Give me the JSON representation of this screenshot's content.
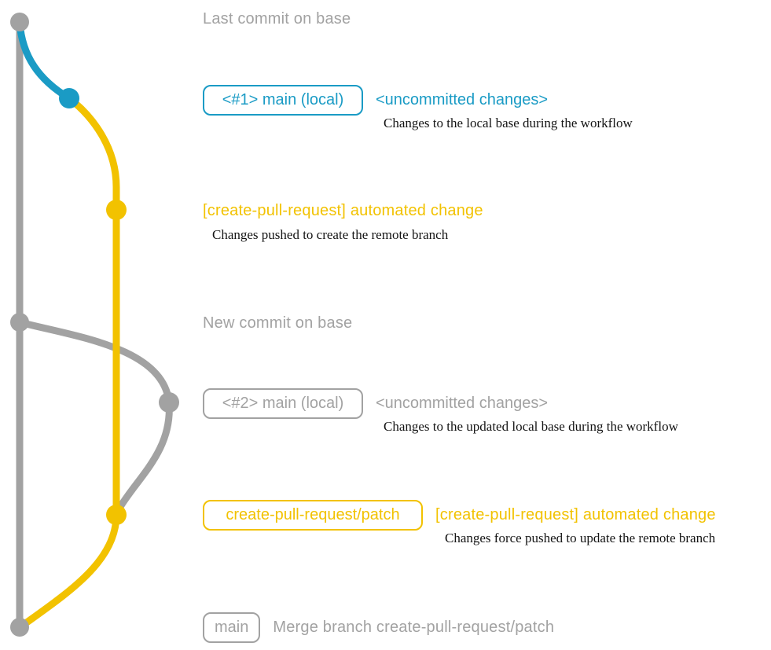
{
  "colors": {
    "gray": "#a2a2a2",
    "teal": "#1a9bc5",
    "yellow": "#f2c200",
    "desc_text": "#141414"
  },
  "sections": {
    "last_commit_label": "Last commit on base",
    "branch1": {
      "badge": "<#1> main (local)",
      "status": "<uncommitted changes>",
      "desc": "Changes to the local base during the workflow"
    },
    "pr_commit1": {
      "label": "[create-pull-request] automated change",
      "desc": "Changes pushed to create the remote branch"
    },
    "new_commit_label": "New commit on base",
    "branch2": {
      "badge": "<#2> main (local)",
      "status": "<uncommitted changes>",
      "desc": "Changes to the updated local base during the workflow"
    },
    "pr_commit2": {
      "badge": "create-pull-request/patch",
      "label": "[create-pull-request] automated change",
      "desc": "Changes force pushed to update the remote branch"
    },
    "merge": {
      "badge": "main",
      "label": "Merge branch create-pull-request/patch"
    }
  }
}
